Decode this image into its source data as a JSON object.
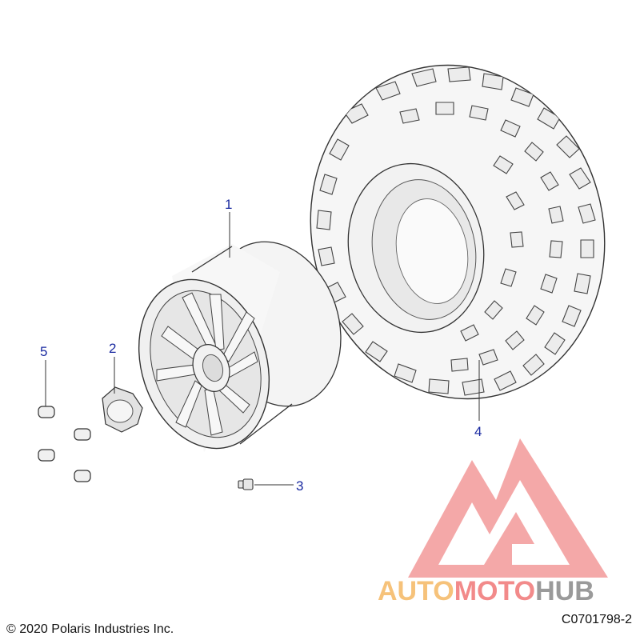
{
  "callouts": [
    {
      "id": "1",
      "label": "1"
    },
    {
      "id": "2",
      "label": "2"
    },
    {
      "id": "3",
      "label": "3"
    },
    {
      "id": "4",
      "label": "4"
    },
    {
      "id": "5",
      "label": "5"
    }
  ],
  "footer": {
    "copyright": "© 2020 Polaris Industries Inc.",
    "drawing_code": "C0701798-2"
  },
  "watermark": {
    "part_auto": "AUTO",
    "part_moto": "MOTO",
    "part_hub": "HUB",
    "colors": {
      "auto": "#f6c27a",
      "moto": "#f28a8a",
      "hub": "#9a9a9a",
      "logo": "#f39a9a"
    }
  },
  "colors": {
    "callout": "#1a2aa0",
    "line": "#333333"
  }
}
